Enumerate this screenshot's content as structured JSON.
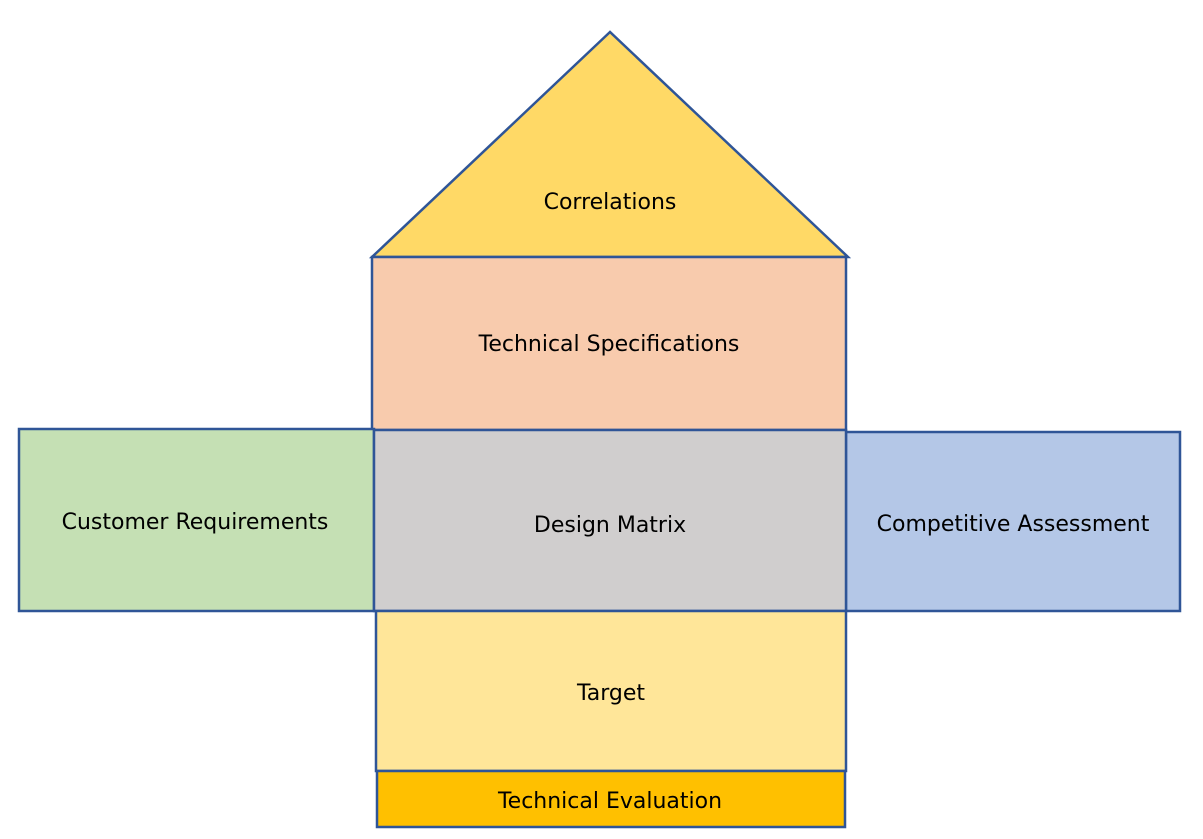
{
  "diagram": {
    "roof": {
      "label": "Correlations",
      "fill": "#FFD966"
    },
    "technical_specifications": {
      "label": "Technical Specifications",
      "fill": "#F8CBAD"
    },
    "customer_requirements": {
      "label": "Customer Requirements",
      "fill": "#C5E0B4"
    },
    "design_matrix": {
      "label": "Design Matrix",
      "fill": "#D0CECE"
    },
    "competitive_assessment": {
      "label": "Competitive Assessment",
      "fill": "#B4C7E7"
    },
    "target": {
      "label": "Target",
      "fill": "#FFE699"
    },
    "technical_evaluation": {
      "label": "Technical Evaluation",
      "fill": "#FFC000"
    },
    "outline_color": "#2F5597"
  }
}
